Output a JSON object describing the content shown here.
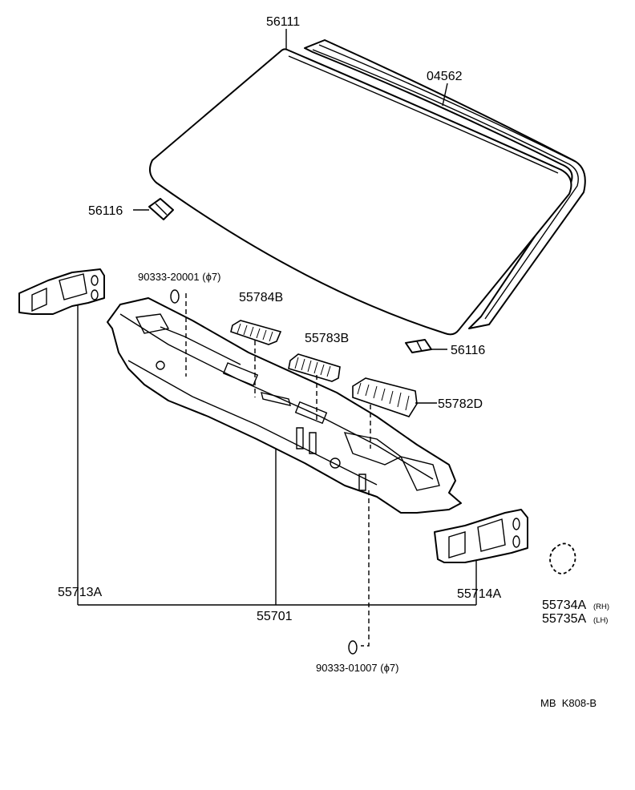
{
  "diagram": {
    "ref_code": "MB  K808-B",
    "parts": {
      "windshield_glass": "56111",
      "moulding": "04562",
      "stopper_left": "56116",
      "stopper_right": "56116",
      "clip_upper": "90333-20001 (ϕ7)",
      "clip_lower": "90333-01007 (ϕ7)",
      "louver_left": "55784B",
      "louver_center": "55783B",
      "louver_right": "55782D",
      "side_bracket_left": "55713A",
      "side_bracket_right": "55714A",
      "cowl_panel": "55701",
      "cap_rh": "55734A",
      "cap_lh": "55735A",
      "rh_note": "(RH)",
      "lh_note": "(LH)"
    }
  }
}
